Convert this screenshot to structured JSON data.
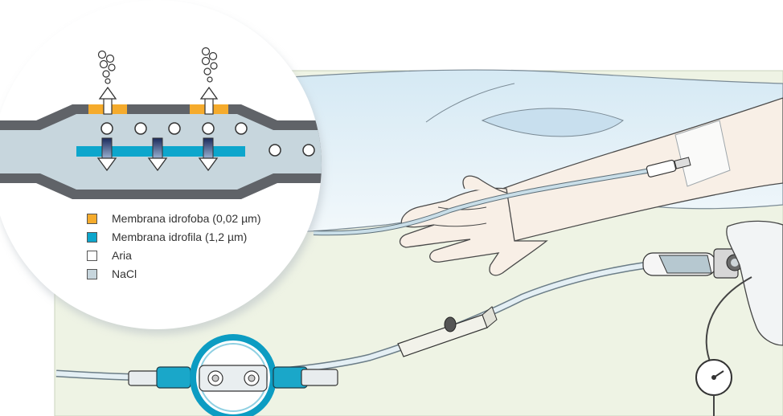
{
  "legend": {
    "items": [
      {
        "label": "Membrana idrofoba (0,02 µm)",
        "color": "#f5ab2c"
      },
      {
        "label": "Membrana idrofila (1,2 µm)",
        "color": "#0da6cc"
      },
      {
        "label": "Aria",
        "color": "#ffffff"
      },
      {
        "label": "NaCl",
        "color": "#c7d6dd"
      }
    ]
  },
  "colors": {
    "background": "#eef3e4",
    "sky": "#e3f0f7",
    "skin": "#f8efe6",
    "tube": "#c9dee8",
    "filter_ring": "#0c9cc2",
    "vessel_wall": "#606368",
    "hydrophobic": "#f5ab2c",
    "hydrophilic": "#0da6cc",
    "saline": "#c7d6dd"
  },
  "icons": {
    "bubbles": "air-bubbles-icon",
    "up_arrow": "air-escape-arrow-icon",
    "down_arrow": "fluid-flow-arrow-icon"
  }
}
